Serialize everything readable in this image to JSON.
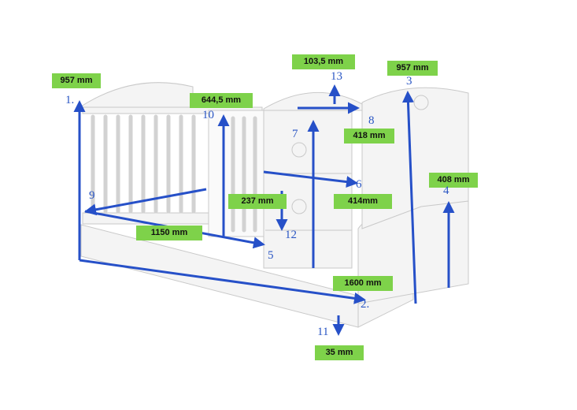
{
  "colors": {
    "label_bg": "#7ed24a",
    "arrow": "#2650c8",
    "furniture": "#f4f4f4",
    "furniture_edge": "#c9c9c9"
  },
  "dimension_labels": {
    "d1": "957 mm",
    "d3": "957 mm",
    "d13": "103,5 mm",
    "d10": "644,5 mm",
    "d8": "418 mm",
    "d4": "408 mm",
    "d6": "414mm",
    "d12": "237 mm",
    "d9": "1150 mm",
    "d2": "1600 mm",
    "d11": "35 mm"
  },
  "markers": {
    "m1": "1.",
    "m2": "2.",
    "m3": "3",
    "m4": "4",
    "m5": "5",
    "m6": "6",
    "m7": "7",
    "m8": "8",
    "m9": "9",
    "m10": "10",
    "m11": "11",
    "m12": "12",
    "m13": "13"
  }
}
